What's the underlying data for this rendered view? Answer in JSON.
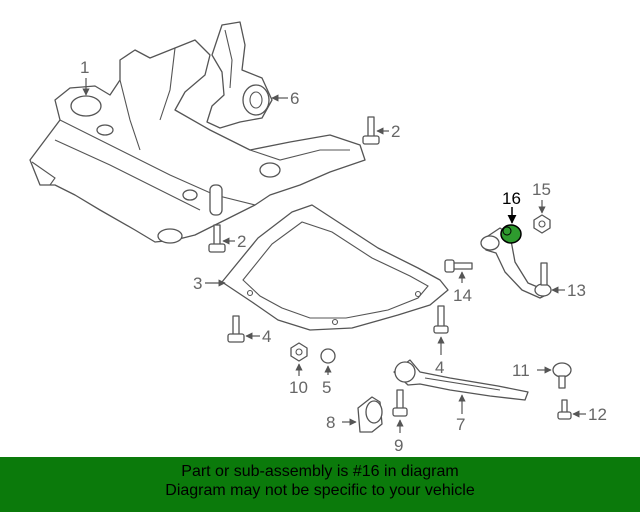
{
  "diagram": {
    "callouts": {
      "c1": "1",
      "c2a": "2",
      "c2b": "2",
      "c3": "3",
      "c4a": "4",
      "c4b": "4",
      "c5": "5",
      "c6": "6",
      "c7": "7",
      "c8": "8",
      "c9": "9",
      "c10": "10",
      "c11": "11",
      "c12": "12",
      "c13": "13",
      "c14": "14",
      "c15": "15",
      "c16": "16"
    },
    "highlighted_part": "16",
    "highlight_color": "#2e9b2e"
  },
  "banner": {
    "line1": "Part or sub-assembly is #16 in diagram",
    "line2": "Diagram may not be specific to your vehicle",
    "background": "#0b7a0b"
  }
}
